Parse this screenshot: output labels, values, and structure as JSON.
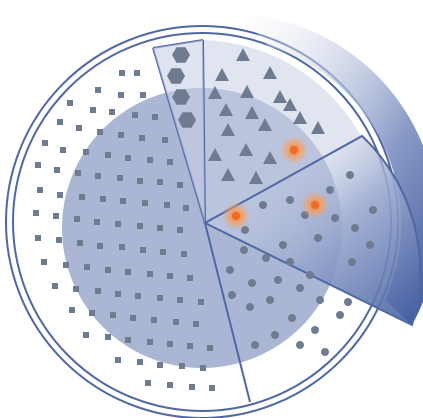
{
  "diagram": {
    "kind": "segmented-dish",
    "sectors": [
      {
        "name": "squares",
        "marker": "square-icon"
      },
      {
        "name": "hexagons",
        "marker": "hexagon-icon"
      },
      {
        "name": "triangles",
        "marker": "triangle-icon"
      },
      {
        "name": "dots",
        "marker": "dot-icon"
      },
      {
        "name": "lower-dots",
        "marker": "dot-icon"
      }
    ],
    "highlights": {
      "count": 3,
      "marker": "glow-spot-icon"
    }
  },
  "colors": {
    "outline": "#4f67a3",
    "ring": "#ffffff",
    "core": "#aab6d4",
    "wedge_fill": "#c9d0e4",
    "wedge_deep": "#3f5a9e",
    "marker": "#6f7b8f",
    "glow": "#f06a25"
  }
}
